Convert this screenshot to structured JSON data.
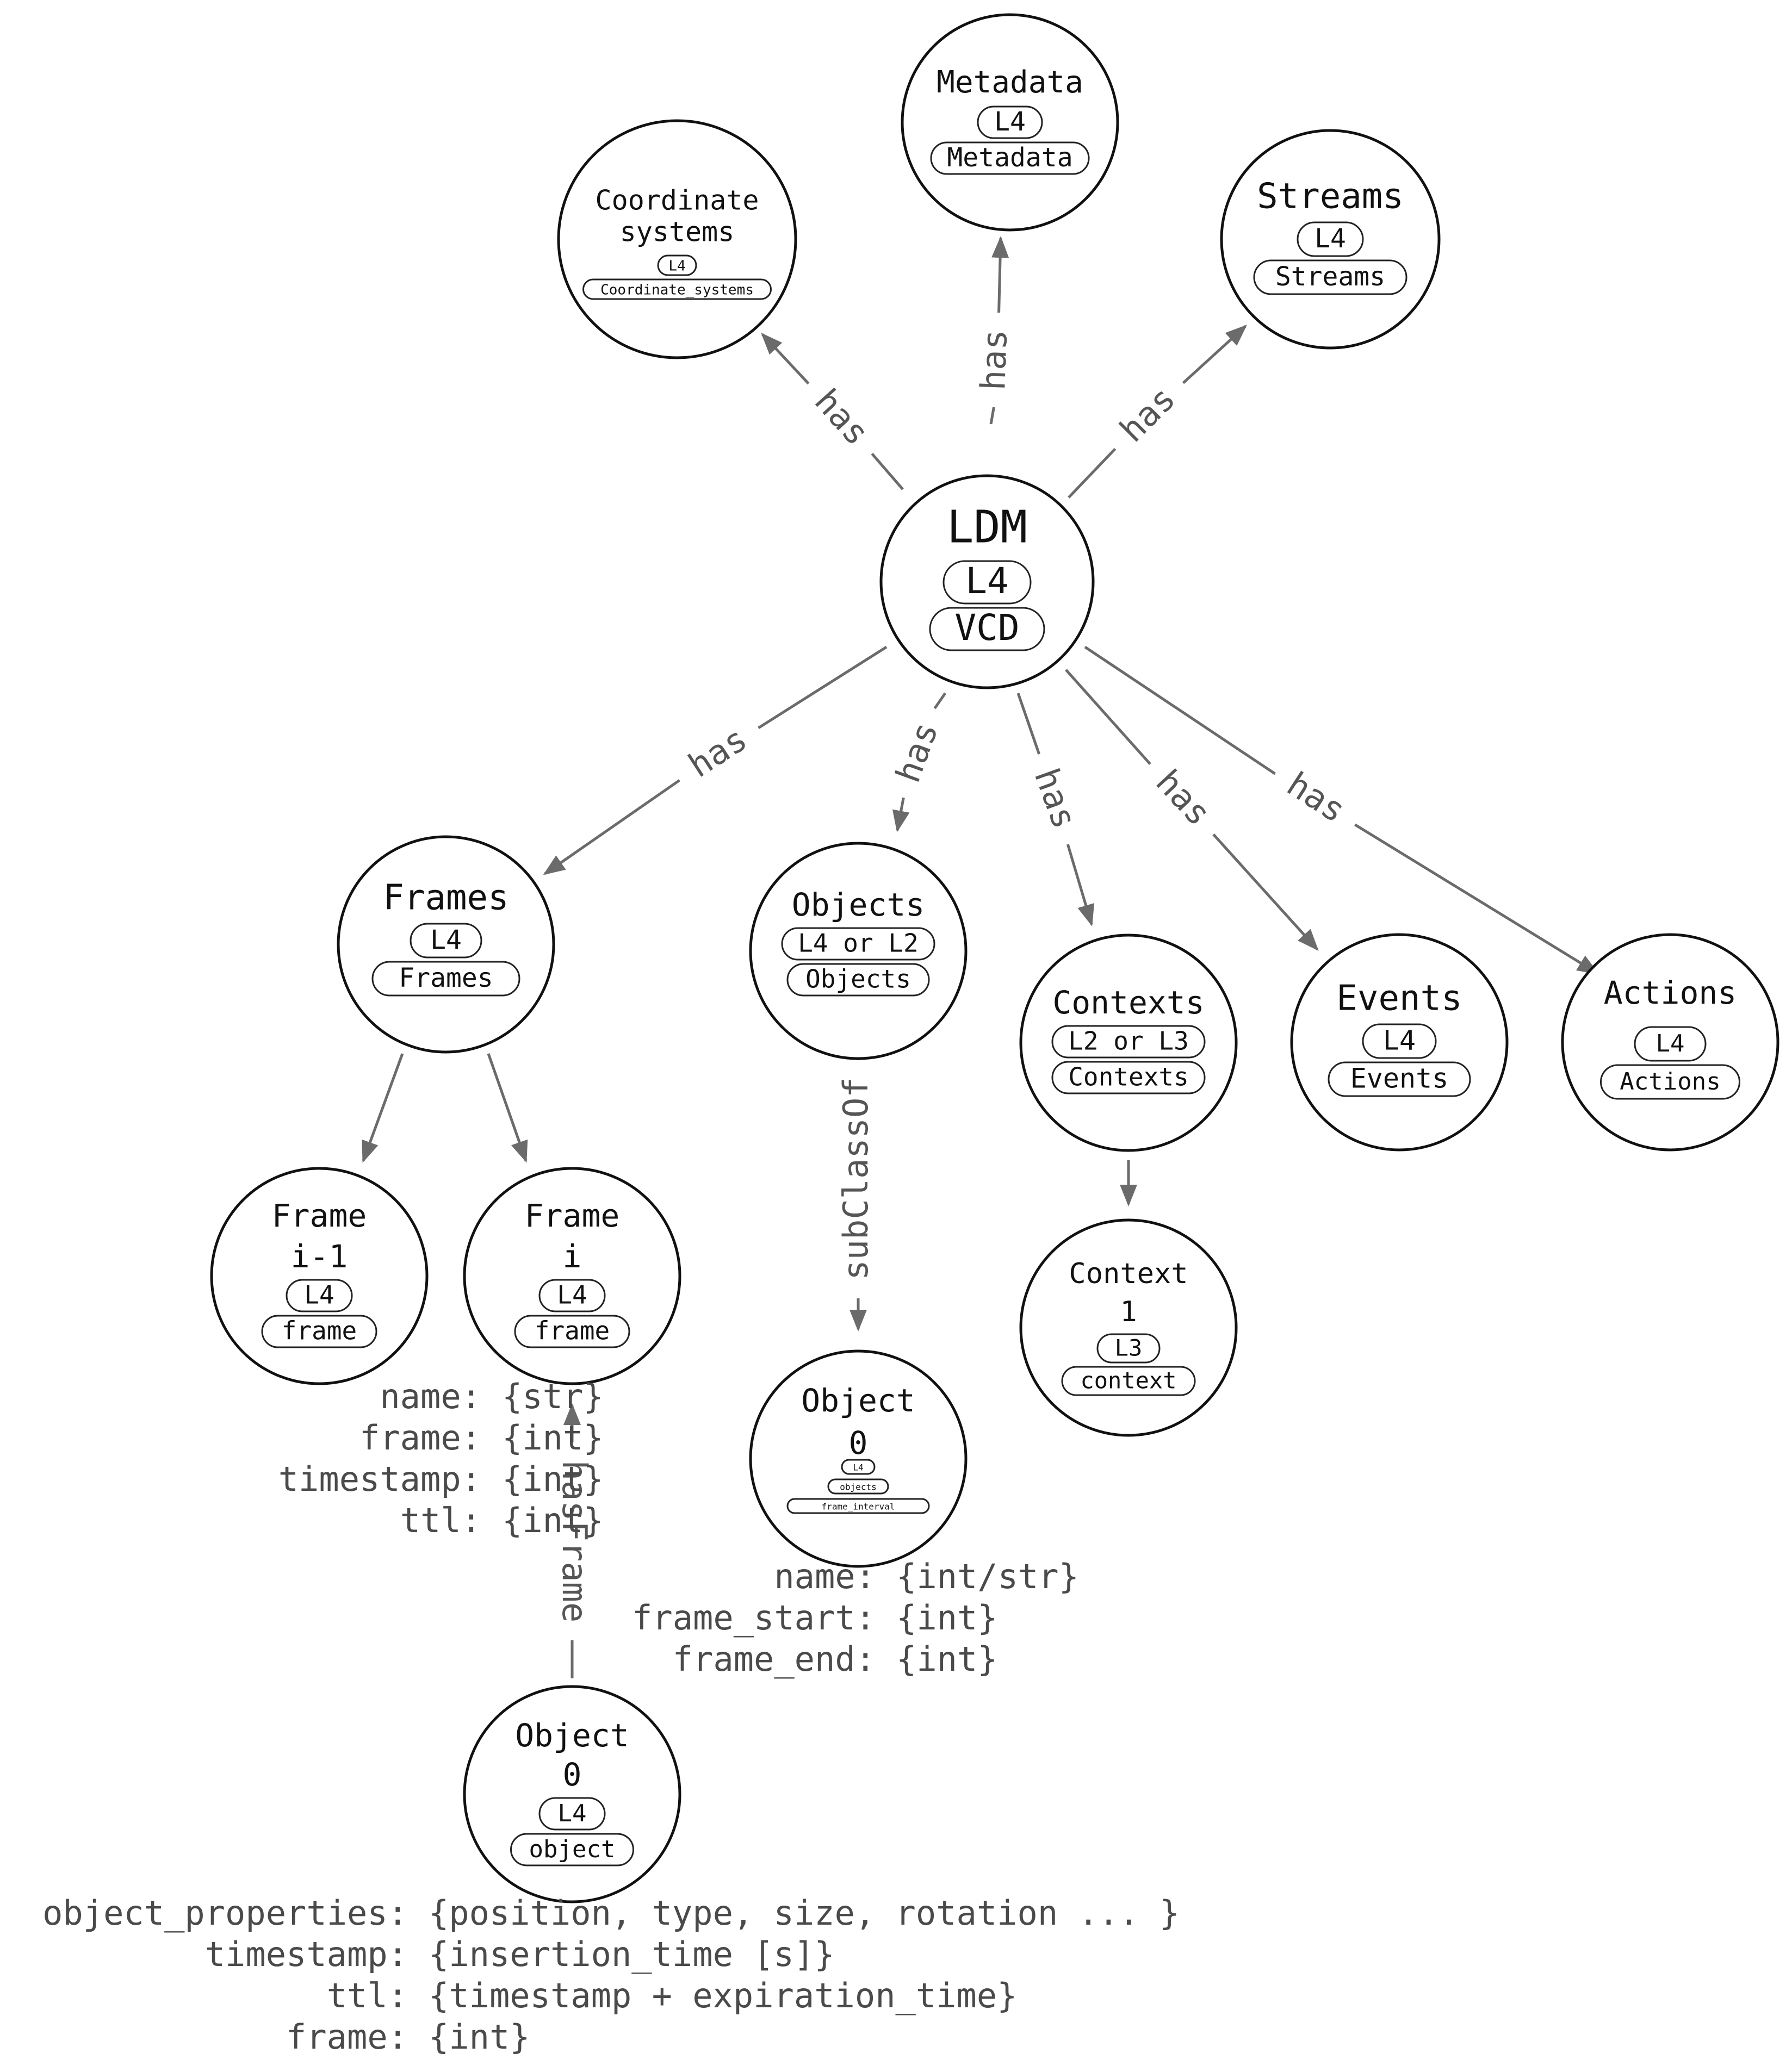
{
  "nodes": {
    "ldm": {
      "title": [
        "LDM"
      ],
      "tags": [
        "L4",
        "VCD"
      ]
    },
    "coordinate_systems": {
      "title": [
        "Coordinate",
        "systems"
      ],
      "tags": [
        "L4",
        "Coordinate_systems"
      ]
    },
    "metadata": {
      "title": [
        "Metadata"
      ],
      "tags": [
        "L4",
        "Metadata"
      ]
    },
    "streams": {
      "title": [
        "Streams"
      ],
      "tags": [
        "L4",
        "Streams"
      ]
    },
    "frames": {
      "title": [
        "Frames"
      ],
      "tags": [
        "L4",
        "Frames"
      ]
    },
    "objects": {
      "title": [
        "Objects"
      ],
      "tags": [
        "L4 or L2",
        "Objects"
      ]
    },
    "contexts": {
      "title": [
        "Contexts"
      ],
      "tags": [
        "L2 or L3",
        "Contexts"
      ]
    },
    "events": {
      "title": [
        "Events"
      ],
      "tags": [
        "L4",
        "Events"
      ]
    },
    "actions": {
      "title": [
        "Actions"
      ],
      "tags": [
        "L4",
        "Actions"
      ]
    },
    "frame_i_minus_1": {
      "title": [
        "Frame",
        "i-1"
      ],
      "tags": [
        "L4",
        "frame"
      ]
    },
    "frame_i": {
      "title": [
        "Frame",
        "i"
      ],
      "tags": [
        "L4",
        "frame"
      ]
    },
    "object_0_class": {
      "title": [
        "Object",
        "0"
      ],
      "tags": [
        "L4",
        "objects",
        "frame_interval"
      ]
    },
    "context_1": {
      "title": [
        "Context",
        "1"
      ],
      "tags": [
        "L3",
        "context"
      ]
    },
    "object_0_frame": {
      "title": [
        "Object",
        "0"
      ],
      "tags": [
        "L4",
        "object"
      ]
    }
  },
  "edges": [
    {
      "from": "ldm",
      "to": "coordinate_systems",
      "label": "has"
    },
    {
      "from": "ldm",
      "to": "metadata",
      "label": "has"
    },
    {
      "from": "ldm",
      "to": "streams",
      "label": "has"
    },
    {
      "from": "ldm",
      "to": "frames",
      "label": "has"
    },
    {
      "from": "ldm",
      "to": "objects",
      "label": "has"
    },
    {
      "from": "ldm",
      "to": "contexts",
      "label": "has"
    },
    {
      "from": "ldm",
      "to": "events",
      "label": "has"
    },
    {
      "from": "ldm",
      "to": "actions",
      "label": "has"
    },
    {
      "from": "frames",
      "to": "frame_i_minus_1",
      "label": ""
    },
    {
      "from": "frames",
      "to": "frame_i",
      "label": ""
    },
    {
      "from": "objects",
      "to": "object_0_class",
      "label": "subClassOf"
    },
    {
      "from": "contexts",
      "to": "context_1",
      "label": ""
    },
    {
      "from": "object_0_frame",
      "to": "frame_i",
      "label": "hasFrame"
    }
  ],
  "properties": {
    "frame": [
      {
        "key": "name:",
        "value": "{str}"
      },
      {
        "key": "frame:",
        "value": "{int}"
      },
      {
        "key": "timestamp:",
        "value": "{int}"
      },
      {
        "key": "ttl:",
        "value": "{int}"
      }
    ],
    "object_class": [
      {
        "key": "name:",
        "value": "{int/str}"
      },
      {
        "key": "frame_start:",
        "value": "{int}"
      },
      {
        "key": "frame_end:",
        "value": "{int}"
      }
    ],
    "object_frame": [
      {
        "key": "object_properties:",
        "value": "{position, type, size, rotation ... }"
      },
      {
        "key": "timestamp:",
        "value": "{insertion_time [s]}"
      },
      {
        "key": "ttl:",
        "value": "{timestamp + expiration_time}"
      },
      {
        "key": "frame:",
        "value": "{int}"
      }
    ]
  }
}
